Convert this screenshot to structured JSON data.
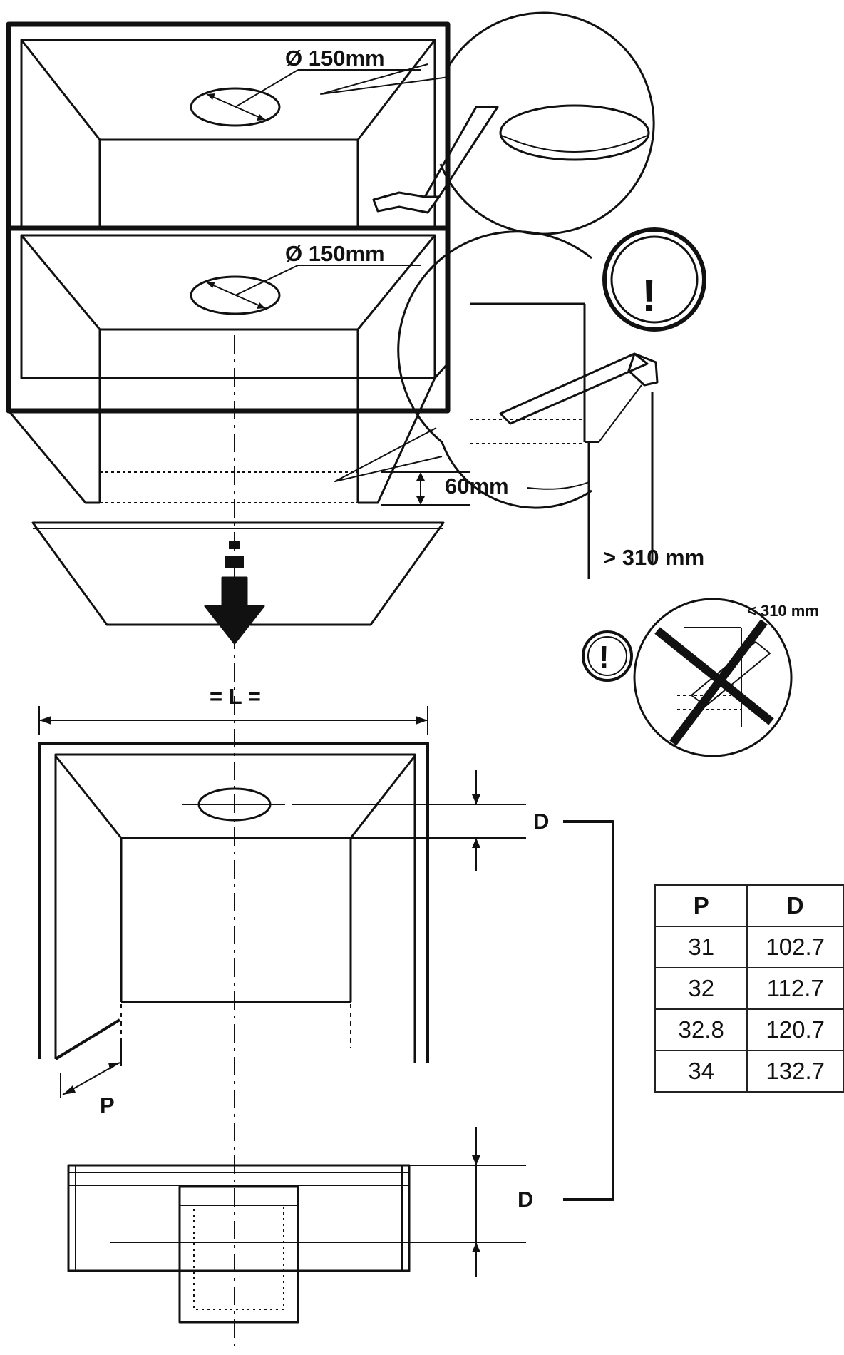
{
  "labels": {
    "diameter_top": "Ø 150mm",
    "diameter_middle": "Ø 150mm",
    "height_60": "60mm",
    "min_gap_ok": "> 310 mm",
    "min_gap_bad": "< 310 mm",
    "width_L": "= L =",
    "depth_P": "P",
    "offset_D_top": "D",
    "offset_D_bottom": "D",
    "warning_mark": "!",
    "warning_mark_small": "!"
  },
  "table": {
    "headers": [
      "P",
      "D"
    ],
    "rows": [
      [
        "31",
        "102.7"
      ],
      [
        "32",
        "112.7"
      ],
      [
        "32.8",
        "120.7"
      ],
      [
        "34",
        "132.7"
      ]
    ]
  }
}
